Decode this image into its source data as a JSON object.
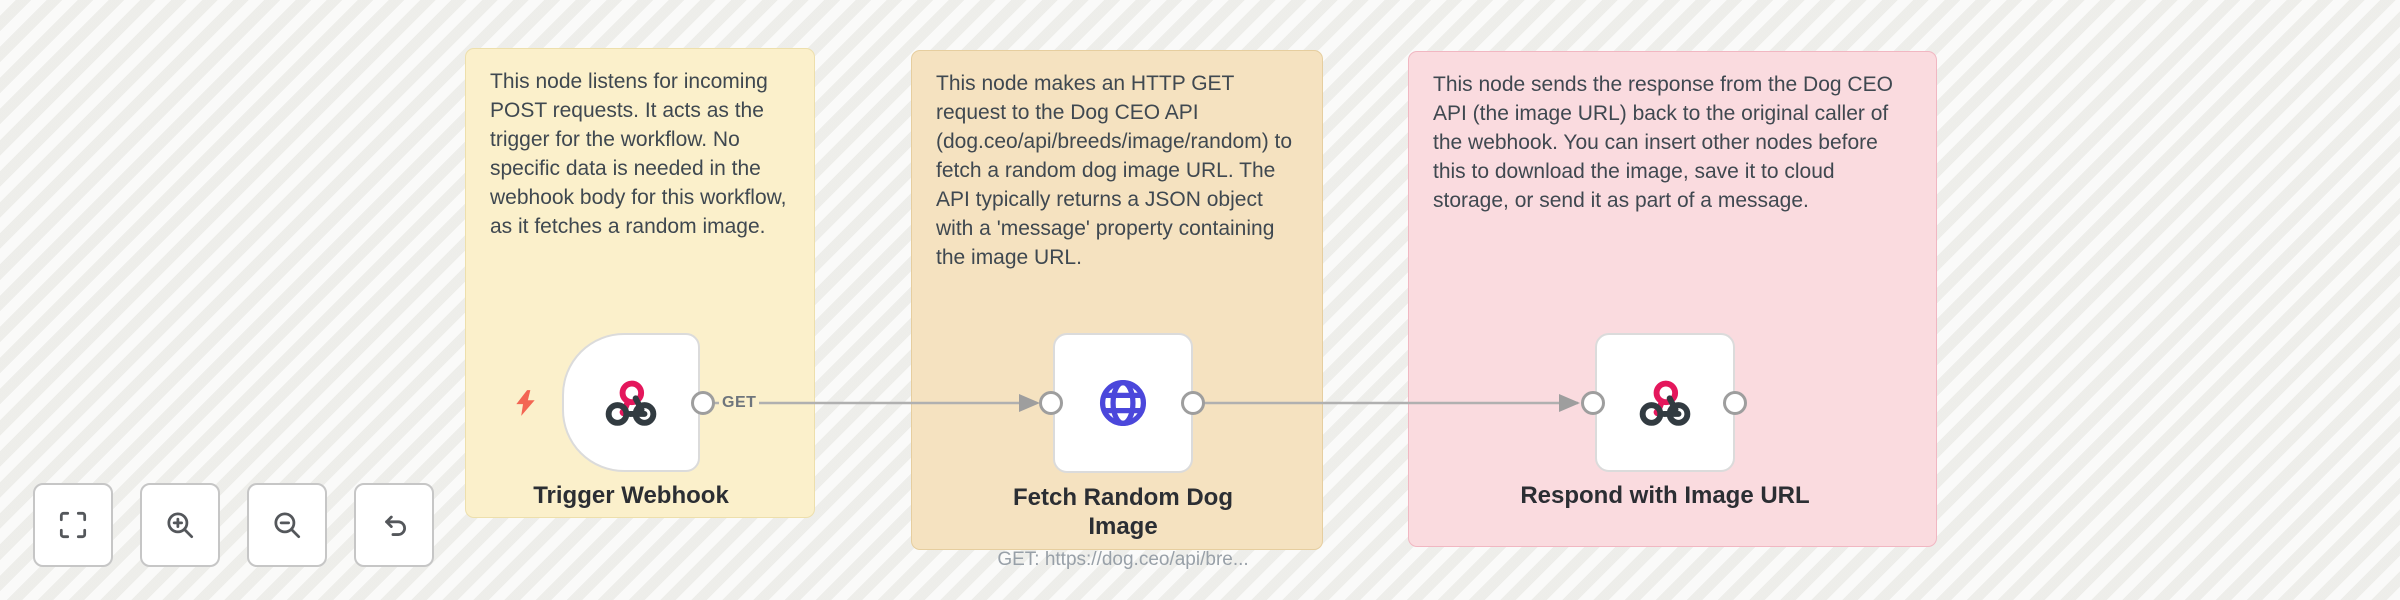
{
  "canvas": {
    "notes": [
      {
        "id": "note-trigger",
        "text": "This node listens for incoming POST requests. It acts as the trigger for the workflow. No specific data is needed in the webhook body for this workflow, as it fetches a random image.",
        "color": "#FBF0CB"
      },
      {
        "id": "note-http",
        "text": "This node makes an HTTP GET request to the Dog CEO API (dog.ceo/api/breeds/image/random) to fetch a random dog image URL. The API typically returns a JSON object with a 'message' property containing the image URL.",
        "color": "#F5E2C0"
      },
      {
        "id": "note-respond",
        "text": "This node sends the response from the Dog CEO API (the image URL) back to the original caller of the webhook. You can insert other nodes before this to download the image, save it to cloud storage, or send it as part of a message.",
        "color": "#FADBDF"
      }
    ],
    "nodes": [
      {
        "name": "Trigger Webhook",
        "icon": "webhook-icon"
      },
      {
        "name": "Fetch Random Dog Image",
        "subtitle": "GET: https://dog.ceo/api/bre...",
        "icon": "globe-icon"
      },
      {
        "name": "Respond with Image URL",
        "icon": "webhook-icon"
      }
    ],
    "connections": [
      {
        "from": "Trigger Webhook",
        "to": "Fetch Random Dog Image",
        "label": "GET"
      },
      {
        "from": "Fetch Random Dog Image",
        "to": "Respond with Image URL",
        "label": ""
      }
    ]
  },
  "toolbar": {
    "buttons": [
      {
        "icon": "fit-view-icon"
      },
      {
        "icon": "zoom-in-icon"
      },
      {
        "icon": "zoom-out-icon"
      },
      {
        "icon": "undo-icon"
      }
    ]
  },
  "colors": {
    "webhook_pink": "#E4175C",
    "webhook_dark": "#323B41",
    "globe_blue": "#4B47DB",
    "bolt_coral": "#F36553",
    "wire_gray": "#B0B0B0",
    "port_border": "#9E9E9E"
  }
}
